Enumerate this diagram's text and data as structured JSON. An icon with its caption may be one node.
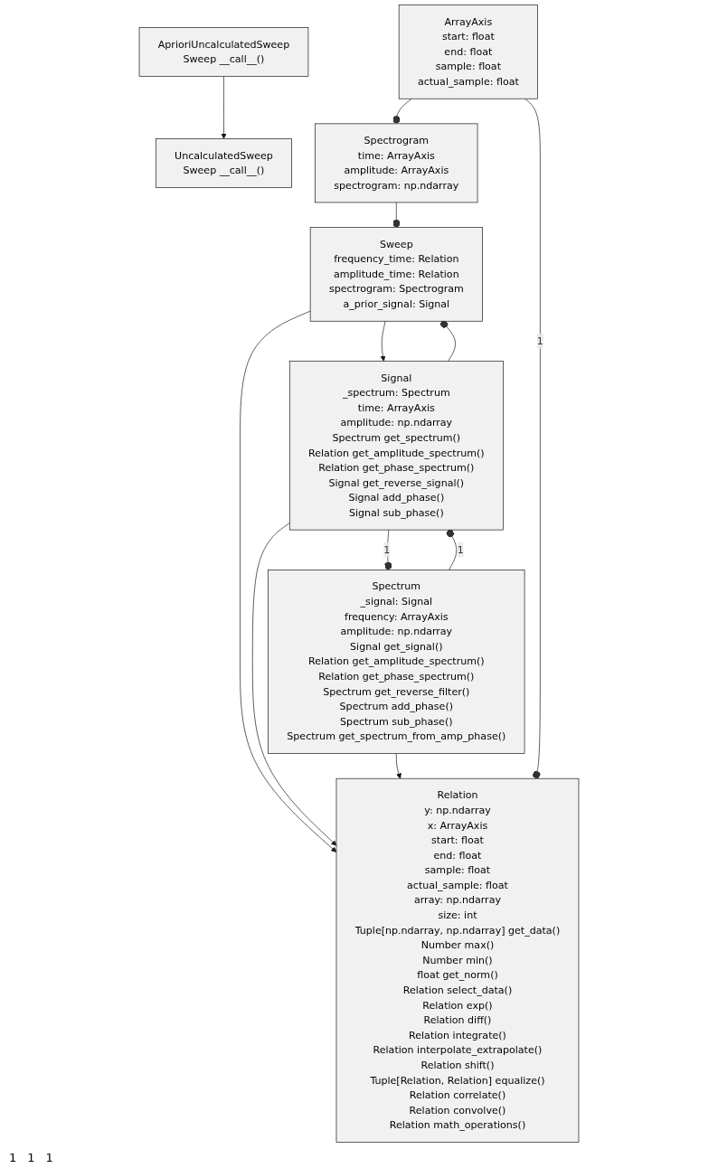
{
  "diagram": {
    "nodes": [
      {
        "text": [
          "Sweep",
          "frequency_time: Relation",
          "amplitude_time: Relation",
          "spectrogram: Spectrogram",
          "a_prior_signal: Signal"
        ]
      },
      {
        "text": [
          "AprioriUncalculatedSweep",
          "Sweep __call__()"
        ]
      },
      {
        "text": [
          "Signal",
          "_spectrum: Spectrum",
          "time: ArrayAxis",
          "amplitude: np.ndarray",
          "Spectrum get_spectrum()",
          "Relation get_amplitude_spectrum()",
          "Relation get_phase_spectrum()",
          "Signal get_reverse_signal()",
          "Signal add_phase()",
          "Signal sub_phase()"
        ]
      },
      {
        "text": [
          "UncalculatedSweep",
          "Sweep __call__()"
        ]
      },
      {
        "text": [
          "Spectrum",
          "_signal: Signal",
          "frequency: ArrayAxis",
          "amplitude: np.ndarray",
          "Signal get_signal()",
          "Relation get_amplitude_spectrum()",
          "Relation get_phase_spectrum()",
          "Spectrum get_reverse_filter()",
          "Spectrum add_phase()",
          "Spectrum sub_phase()",
          "Spectrum get_spectrum_from_amp_phase()"
        ]
      },
      {
        "text": [
          "Spectrogram",
          "time: ArrayAxis",
          "amplitude: ArrayAxis",
          "spectrogram: np.ndarray"
        ]
      },
      {
        "text": [
          "Relation",
          "y: np.ndarray",
          "x: ArrayAxis",
          "start: float",
          "end: float",
          "sample: float",
          "actual_sample: float",
          "array: np.ndarray",
          "size: int",
          "Tuple[np.ndarray, np.ndarray] get_data()",
          "Number max()",
          "Number min()",
          "float get_norm()",
          "Relation select_data()",
          "Relation exp()",
          "Relation diff()",
          "Relation integrate()",
          "Relation interpolate_extrapolate()",
          "Relation shift()",
          "Tuple[Relation, Relation] equalize()",
          "Relation correlate()",
          "Relation convolve()",
          "Relation math_operations()"
        ]
      },
      {
        "text": [
          "ArrayAxis",
          "start: float",
          "end: float",
          "sample: float",
          "actual_sample: float"
        ]
      }
    ],
    "edges": [
      {
        "from": 0,
        "to": 6,
        "arrow": "to"
      },
      {
        "from": 0,
        "to": 2,
        "arrow": "to"
      },
      {
        "from": 2,
        "to": 0,
        "arrow": "other"
      },
      {
        "from": 5,
        "to": 0,
        "arrow": "other"
      },
      {
        "from": 4,
        "to": 2,
        "arrow": "other",
        "label": "1"
      },
      {
        "from": 2,
        "to": 4,
        "arrow": "other",
        "label": "1"
      },
      {
        "from": 2,
        "to": 6,
        "arrow": "to"
      },
      {
        "from": 4,
        "to": 6,
        "arrow": "to"
      },
      {
        "from": 7,
        "to": 5,
        "arrow": "other"
      },
      {
        "from": 7,
        "to": 6,
        "arrow": "other",
        "label": "1"
      },
      {
        "from": 1,
        "to": 3,
        "arrow": "to"
      }
    ],
    "labels": [
      "1",
      "1",
      "1"
    ]
  }
}
